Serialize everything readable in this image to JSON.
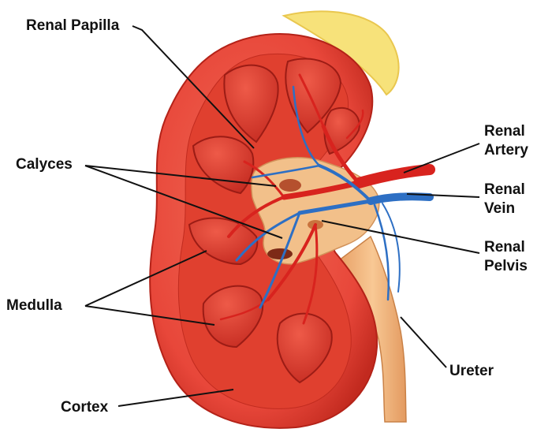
{
  "labels": {
    "renal_papilla": "Renal Papilla",
    "calyces": "Calyces",
    "medulla": "Medulla",
    "cortex": "Cortex",
    "renal_artery_1": "Renal",
    "renal_artery_2": "Artery",
    "renal_vein_1": "Renal",
    "renal_vein_2": "Vein",
    "renal_pelvis_1": "Renal",
    "renal_pelvis_2": "Pelvis",
    "ureter": "Ureter"
  },
  "colors": {
    "cortex": "#e8473a",
    "cortex_edge": "#c22a1f",
    "pyramid": "#dc3a30",
    "pyramid_edge": "#a81d16",
    "pelvis": "#f2c08a",
    "ureter": "#f3b77d",
    "fat": "#f7e27a",
    "artery": "#d8231e",
    "vein": "#2d6fc4",
    "leader": "#111111"
  }
}
